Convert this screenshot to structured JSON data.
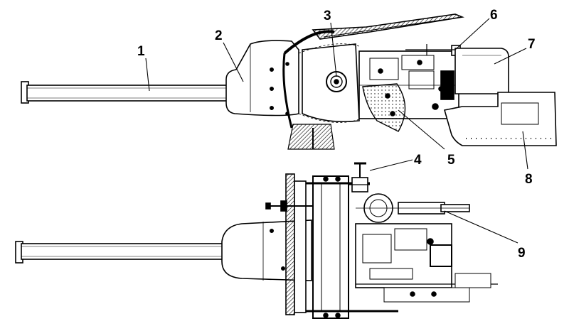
{
  "diagram": {
    "callouts": [
      {
        "id": "1",
        "label": "1"
      },
      {
        "id": "2",
        "label": "2"
      },
      {
        "id": "3",
        "label": "3"
      },
      {
        "id": "4",
        "label": "4"
      },
      {
        "id": "5",
        "label": "5"
      },
      {
        "id": "6",
        "label": "6"
      },
      {
        "id": "7",
        "label": "7"
      },
      {
        "id": "8",
        "label": "8"
      },
      {
        "id": "9",
        "label": "9"
      }
    ],
    "colors": {
      "ink": "#000000",
      "paper": "#ffffff",
      "shade": "#cfcfcf"
    }
  }
}
